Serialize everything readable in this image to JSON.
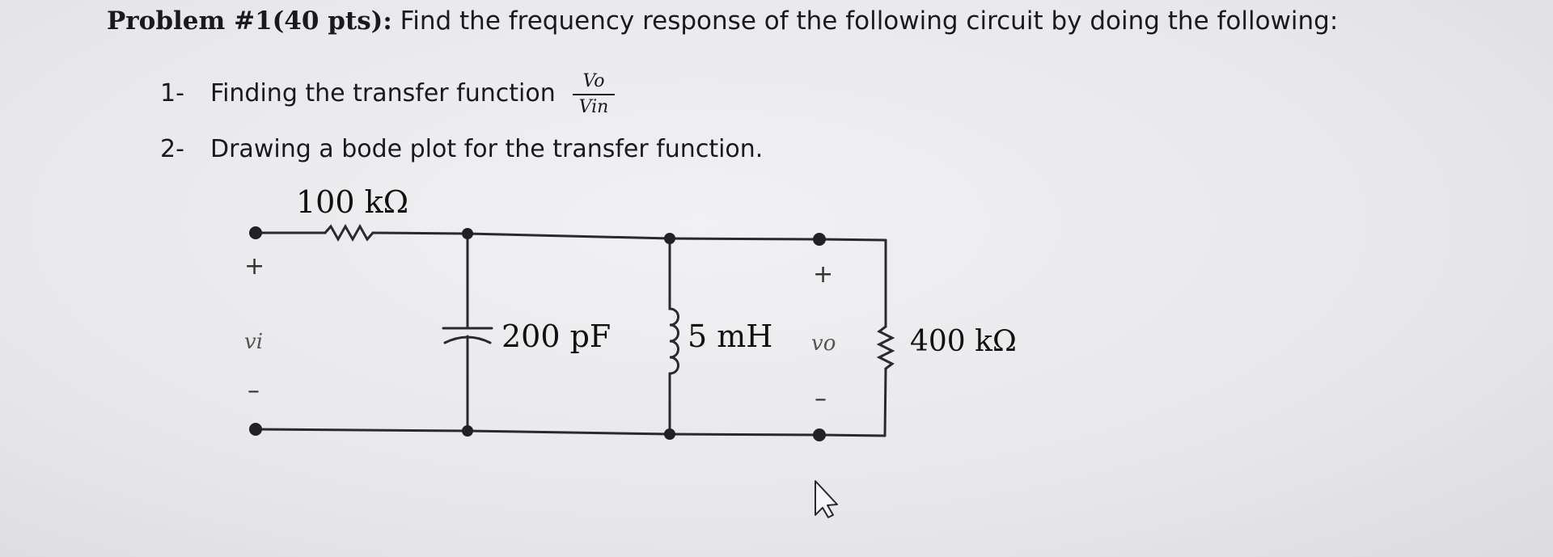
{
  "problem": {
    "title_bold": "Problem #1(40 pts):",
    "title_text": " Find the frequency response of the following circuit by doing the following:"
  },
  "steps": [
    {
      "number": "1-",
      "text": "Finding the transfer function"
    },
    {
      "number": "2-",
      "text": "Drawing a bode plot for the transfer function."
    }
  ],
  "fraction": {
    "numerator": "Vo",
    "denominator": "Vin"
  },
  "circuit": {
    "resistor_series_label": "100 kΩ",
    "capacitor_label": "200 pF",
    "inductor_label": "5 mH",
    "resistor_load_label": "400 kΩ",
    "input_label": "vi",
    "output_label": "vo",
    "plus_sign": "+",
    "minus_sign": "–",
    "colors": {
      "wire": "#2a2a2e",
      "node": "#222226"
    }
  }
}
